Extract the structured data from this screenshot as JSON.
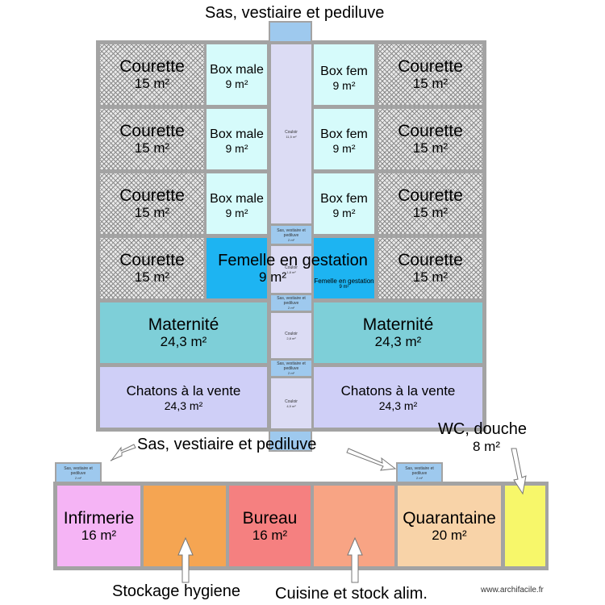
{
  "labels": {
    "top_entry": "Sas, vestiaire et pediluve",
    "middle_entry": "Sas, vestiaire et pediluve",
    "wc": "WC, douche",
    "wc_area": "8 m²",
    "storage": "Stockage hygiene",
    "kitchen": "Cuisine et stock alim.",
    "credit": "www.archifacile.fr"
  },
  "rooms": {
    "courette": "Courette",
    "courette_area": "15 m²",
    "box_male": "Box male",
    "box_fem": "Box fem",
    "box_area": "9 m²",
    "femelle_gestation": "Femelle en gestation",
    "femelle_area": "9 m²",
    "femelle_small": "Femelle en gestation",
    "femelle_small_area": "9 m²",
    "maternite": "Maternité",
    "maternite_area": "24,3 m²",
    "chatons": "Chatons à la vente",
    "chatons_area": "24,3 m²",
    "couloir": "Couloir",
    "couloir_1_area": "11,5 m²",
    "couloir_2_area": "1,8 m²",
    "couloir_3_area": "2,8 m²",
    "couloir_4_area": "4,9 m²",
    "sas_small": "Sas, vestiaire et pediluve",
    "sas_small_area": "2 m²",
    "infirmerie": "Infirmerie",
    "infirmerie_area": "16 m²",
    "bureau": "Bureau",
    "bureau_area": "16 m²",
    "quarantaine": "Quarantaine",
    "quarantaine_area": "20 m²"
  },
  "colors": {
    "wall": "#a3a3a3",
    "box": "#d6fbfb",
    "gestation": "#1db4f2",
    "maternite": "#7ecfd8",
    "chatons": "#cfcff7",
    "couloir": "#dcdcf4",
    "sas": "#9ec9ee",
    "infirmerie": "#f5b4f5",
    "storage": "#f5a552",
    "bureau": "#f58080",
    "kitchen": "#f8a484",
    "quarantaine": "#f8d3a8",
    "wc": "#f7f76a"
  }
}
